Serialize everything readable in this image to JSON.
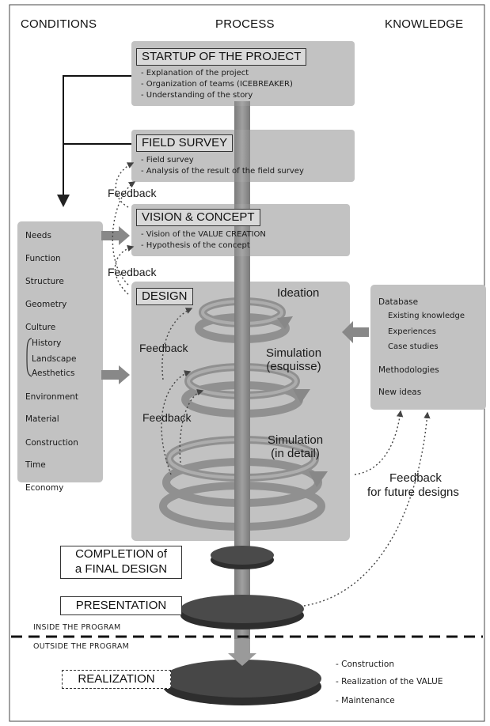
{
  "headers": {
    "conditions": "CONDITIONS",
    "process": "PROCESS",
    "knowledge": "KNOWLEDGE"
  },
  "stages": [
    {
      "title": "STARTUP OF THE PROJECT",
      "items": [
        "Explanation of the project",
        "Organization of teams (ICEBREAKER)",
        "Understanding of the story"
      ]
    },
    {
      "title": "FIELD SURVEY",
      "items": [
        "Field survey",
        "Analysis of the result of the field survey"
      ]
    },
    {
      "title": "VISION & CONCEPT",
      "items": [
        "Vision of the VALUE CREATION",
        "Hypothesis of the concept"
      ]
    },
    {
      "title": "DESIGN",
      "items": []
    }
  ],
  "design_labels": {
    "ideation": "Ideation",
    "sim1_a": "Simulation",
    "sim1_b": "(esquisse)",
    "sim2_a": "Simulation",
    "sim2_b": "(in detail)"
  },
  "feedback_labels": {
    "fb1": "Feedback",
    "fb2": "Feedback",
    "fb3": "Feedback",
    "fb4": "Feedback",
    "future_a": "Feedback",
    "future_b": "for future designs"
  },
  "conditions": [
    "Needs",
    "Function",
    "Structure",
    "Geometry",
    "Culture",
    "History",
    "Landscape",
    "Aesthetics",
    "Environment",
    "Material",
    "Construction",
    "Time",
    "Economy"
  ],
  "knowledge": [
    "Database",
    "Existing knowledge",
    "Experiences",
    "Case studies",
    "Methodologies",
    "New ideas"
  ],
  "completion": {
    "line1": "COMPLETION of",
    "line2": "a FINAL DESIGN"
  },
  "presentation": "PRESENTATION",
  "inside": "INSIDE THE PROGRAM",
  "outside": "OUTSIDE THE PROGRAM",
  "realization": {
    "title": "REALIZATION",
    "items": [
      "Construction",
      "Realization of the VALUE",
      "Maintenance"
    ]
  },
  "colors": {
    "panel": "#c2c2c2",
    "title_bg": "#d9d9d9",
    "spine": "#8a8a8a",
    "disc": "#3a3a3a",
    "arrow": "#888888"
  }
}
